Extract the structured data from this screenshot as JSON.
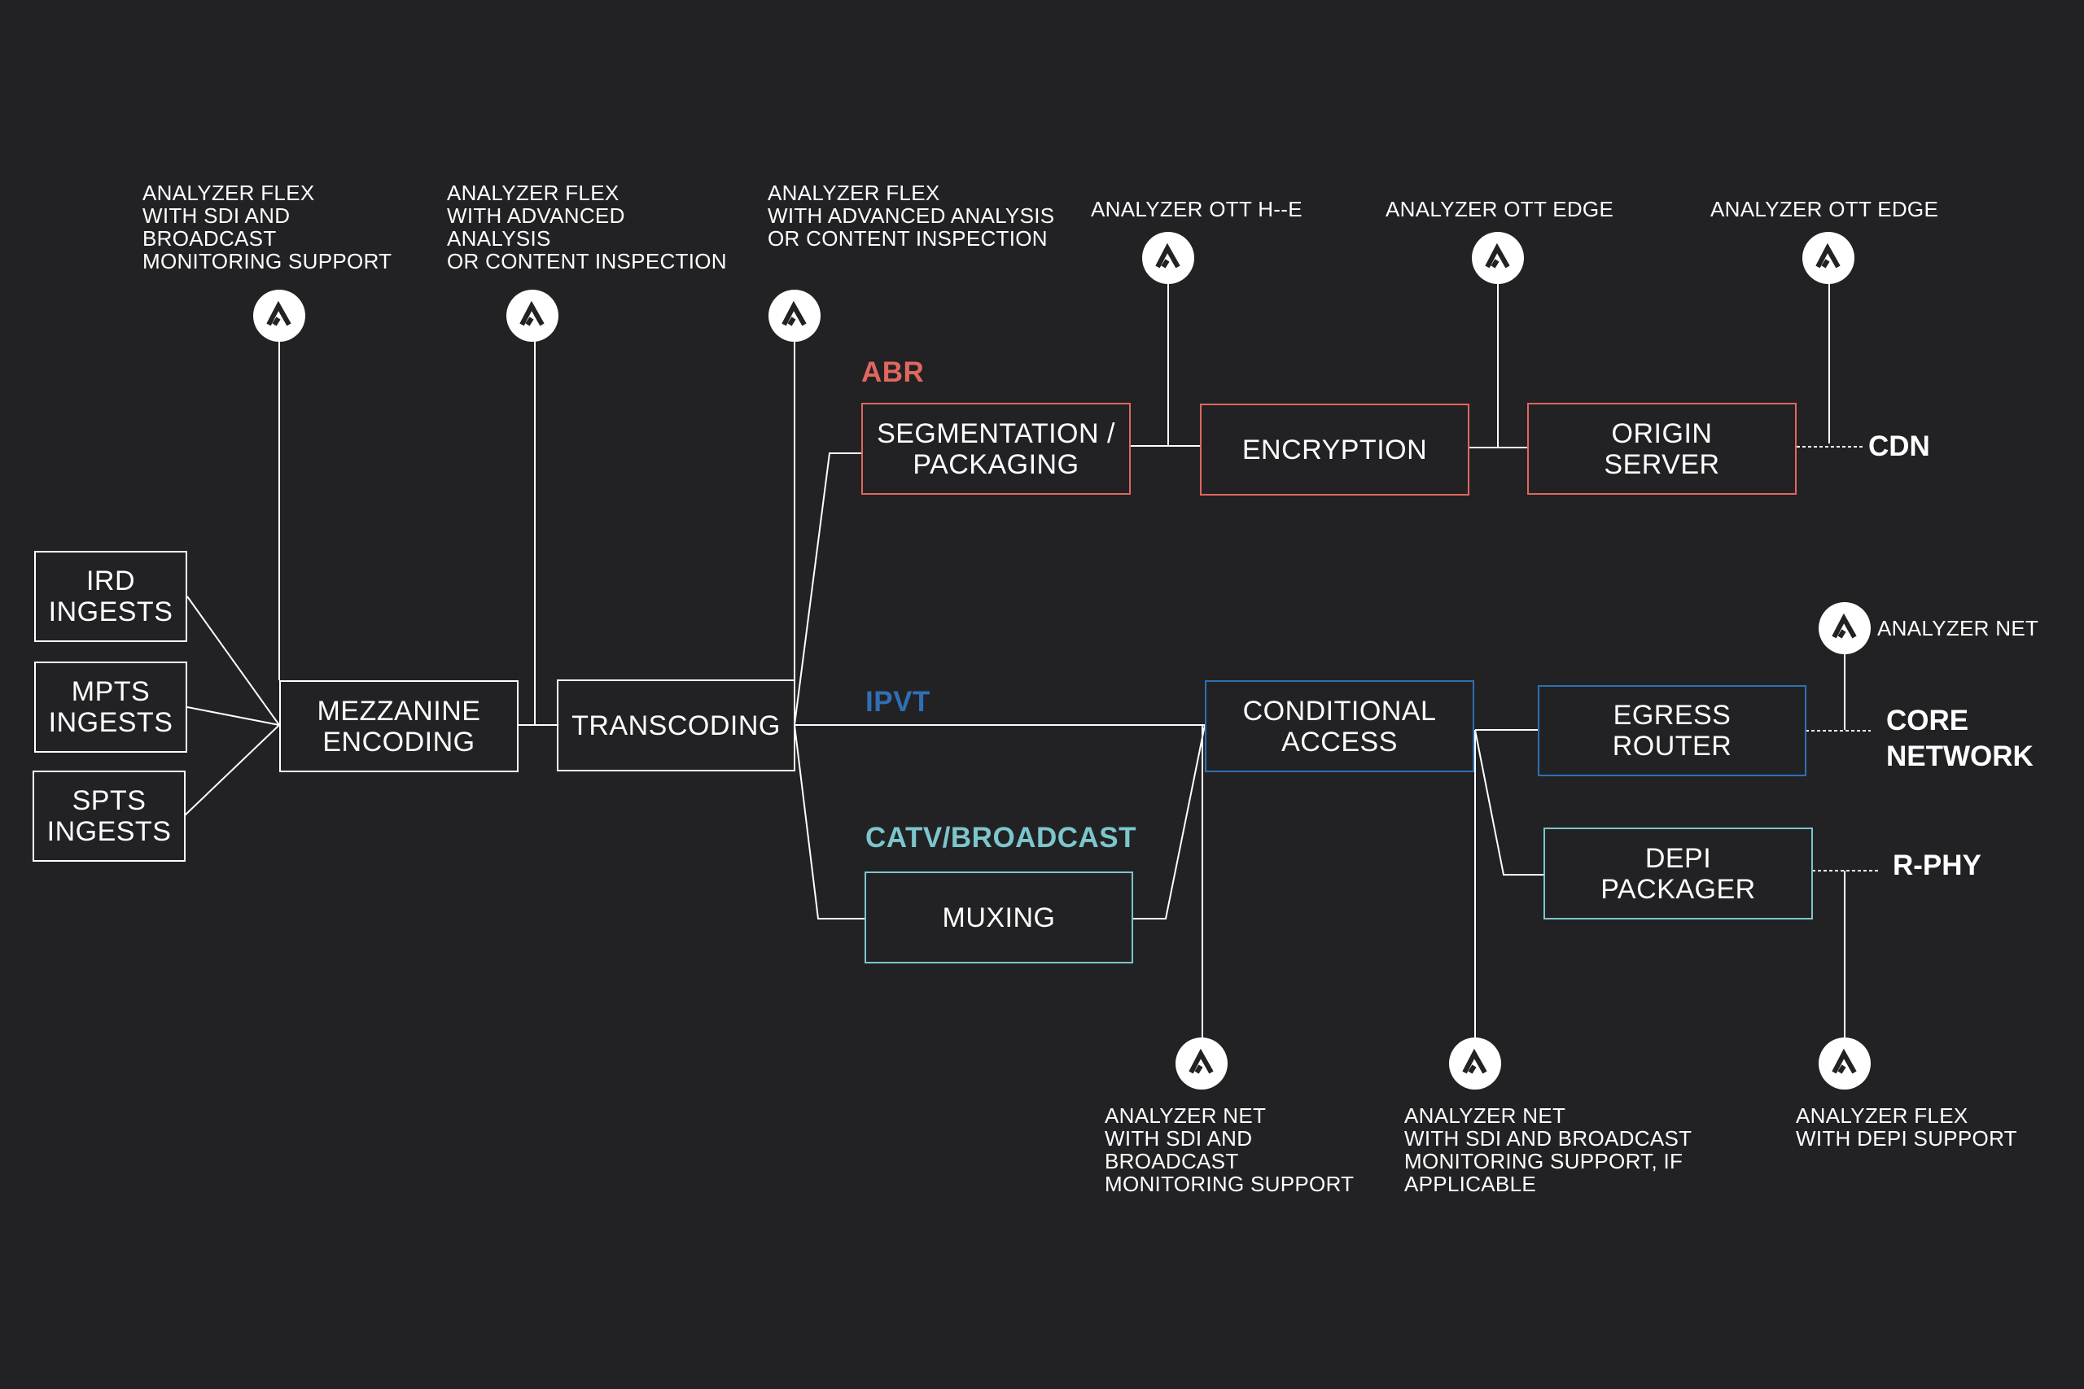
{
  "colors": {
    "background": "#222224",
    "line": "#ffffff",
    "abr": "#e0675e",
    "ipvt": "#2f6fb6",
    "catv": "#7cc6cc"
  },
  "boxes": {
    "ird": "IRD\nINGESTS",
    "mpts": "MPTS\nINGESTS",
    "spts": "SPTS\nINGESTS",
    "mezzanine": "MEZZANINE\nENCODING",
    "transcoding": "TRANSCODING",
    "segmentation": "SEGMENTATION /\nPACKAGING",
    "encryption": "ENCRYPTION",
    "origin": "ORIGIN\nSERVER",
    "conditional": "CONDITIONAL\nACCESS",
    "egress": "EGRESS\nROUTER",
    "depi": "DEPI\nPACKAGER",
    "muxing": "MUXING"
  },
  "categories": {
    "abr": "ABR",
    "ipvt": "IPVT",
    "catv": "CATV/BROADCAST"
  },
  "endpoints": {
    "cdn": "CDN",
    "core": "CORE\nNETWORK",
    "rphy": "R-PHY"
  },
  "probe_icon": "analyzer-logo-icon",
  "probes": {
    "p1": "ANALYZER FLEX\nWITH SDI AND\nBROADCAST\nMONITORING SUPPORT",
    "p2": "ANALYZER FLEX\nWITH ADVANCED\nANALYSIS\nOR CONTENT INSPECTION",
    "p3": "ANALYZER FLEX\nWITH ADVANCED ANALYSIS\nOR CONTENT INSPECTION",
    "p4": "ANALYZER OTT H--E",
    "p5": "ANALYZER OTT EDGE",
    "p6": "ANALYZER OTT EDGE",
    "p7": "ANALYZER NET",
    "p8": "ANALYZER NET\nWITH SDI AND\nBROADCAST\nMONITORING SUPPORT",
    "p9": "ANALYZER NET\nWITH SDI AND BROADCAST\nMONITORING SUPPORT, IF\nAPPLICABLE",
    "p10": "ANALYZER FLEX\nWITH DEPI SUPPORT"
  }
}
